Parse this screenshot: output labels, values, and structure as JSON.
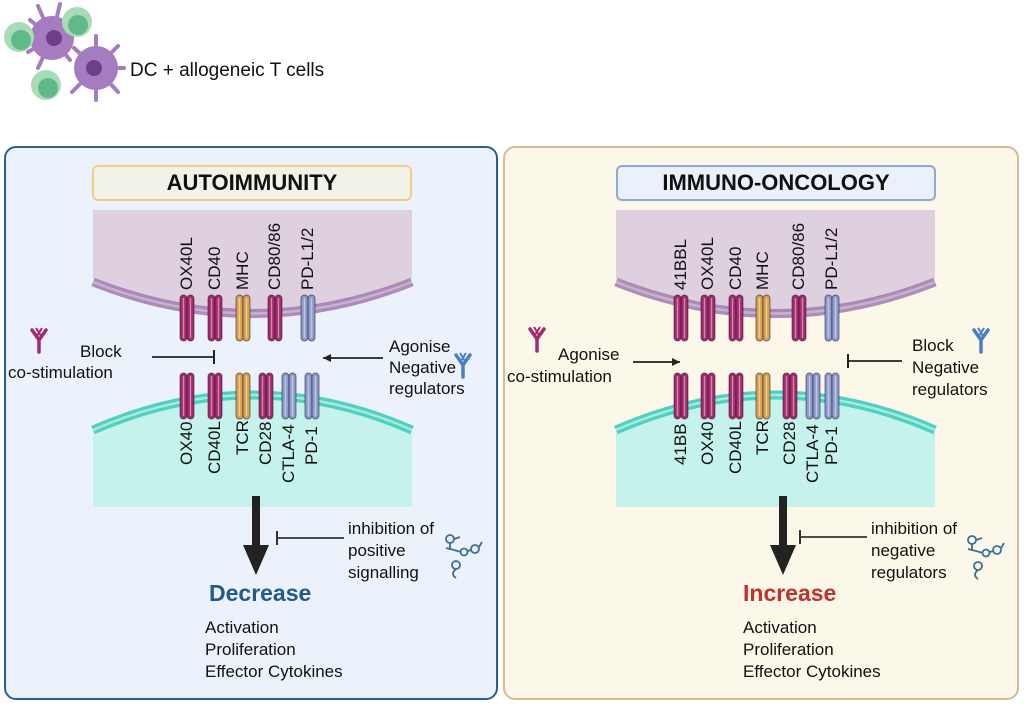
{
  "header": {
    "label": "DC + allogeneic T cells",
    "icon": "dendritic-cells-with-t-cells-icon"
  },
  "colors": {
    "left_panel_bg": "#ecf2fc",
    "left_panel_border": "#2b5f95",
    "right_panel_bg": "#fbf8ea",
    "right_panel_border": "#d7bc93",
    "apc_cell": "#dfd0e0",
    "apc_membrane": "#a07aae",
    "t_cell": "#c5f3ec",
    "t_cell_membrane": "#4fd0c0",
    "costim_receptor": "#a42a6e",
    "tcr_mhc": "#d6a24e",
    "inhibitory_receptor": "#8b9ccc",
    "decrease": "#215a8f",
    "increase": "#c2312e"
  },
  "panels": [
    {
      "title": "AUTOIMMUNITY",
      "apc_receptors": [
        "OX40L",
        "CD40",
        "MHC",
        "CD80/86",
        "PD-L1/2"
      ],
      "t_cell_receptors": [
        "OX40",
        "CD40L",
        "TCR",
        "CD28",
        "CTLA-4",
        "PD-1"
      ],
      "left_action": [
        "Block",
        "co-stimulation"
      ],
      "right_action": [
        "Agonise",
        "Negative",
        "regulators"
      ],
      "small_molecule_text": [
        "inhibition of",
        "positive",
        "signalling"
      ],
      "outcome": "Decrease",
      "outcome_items": [
        "Activation",
        "Proliferation",
        "Effector Cytokines"
      ]
    },
    {
      "title": "IMMUNO-ONCOLOGY",
      "apc_receptors": [
        "41BBL",
        "OX40L",
        "CD40",
        "MHC",
        "CD80/86",
        "PD-L1/2"
      ],
      "t_cell_receptors": [
        "41BB",
        "OX40",
        "CD40L",
        "TCR",
        "CD28",
        "CTLA-4",
        "PD-1"
      ],
      "left_action": [
        "Agonise",
        "co-stimulation"
      ],
      "right_action": [
        "Block",
        "Negative",
        "regulators"
      ],
      "small_molecule_text": [
        "inhibition of",
        "negative",
        "regulators"
      ],
      "outcome": "Increase",
      "outcome_items": [
        "Activation",
        "Proliferation",
        "Effector Cytokines"
      ]
    }
  ]
}
